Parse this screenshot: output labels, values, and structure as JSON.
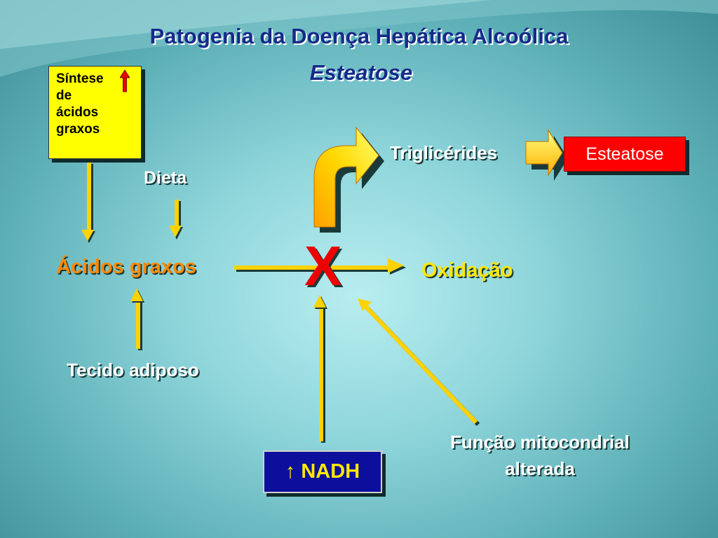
{
  "title": "Patogenia da Doença Hepática Alcoólica",
  "subtitle": "Esteatose",
  "nodes": {
    "sintese_lines": [
      "Síntese",
      "de",
      "ácidos",
      "graxos"
    ],
    "dieta": "Dieta",
    "acidos_graxos": "Ácidos graxos",
    "tecido_adiposo": "Tecido adiposo",
    "trigliceridos": "Triglicérides",
    "esteatose_box": "Esteatose",
    "oxidacao": "Oxidação",
    "blocked_mark": "X",
    "nadh": "NADH",
    "nadh_arrow": "↑",
    "funcao_line1": "Função mitocondrial",
    "funcao_line2": "alterada"
  },
  "colors": {
    "title": "#152a8a",
    "arrow_yellow": "#ffd200",
    "arrow_orange": "#ffa000",
    "box_red": "#ff0000",
    "box_blue": "#0b0f9c",
    "box_yellow": "#ffff00",
    "x_red": "#ee0000"
  }
}
